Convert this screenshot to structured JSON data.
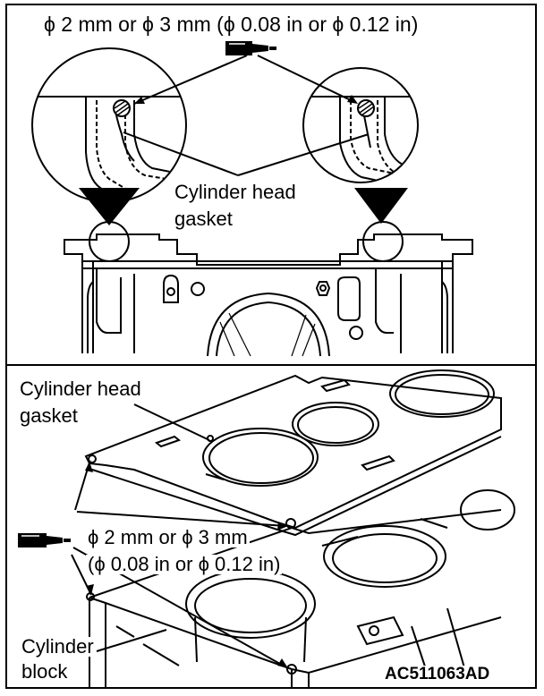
{
  "top_panel": {
    "bead_spec": "ϕ 2 mm or ϕ 3 mm (ϕ 0.08 in or ϕ 0.12 in)",
    "gasket_label_line1": "Cylinder head",
    "gasket_label_line2": "gasket"
  },
  "bottom_panel": {
    "gasket_label_line1": "Cylinder head",
    "gasket_label_line2": "gasket",
    "bead_spec_line1": "ϕ 2 mm or ϕ 3 mm",
    "bead_spec_line2": "(ϕ 0.08 in or ϕ 0.12 in)",
    "block_label_line1": "Cylinder",
    "block_label_line2": "block",
    "figure_code": "AC511063AD"
  },
  "icons": [
    "sealant-tube-icon",
    "sealant-tube-icon"
  ]
}
